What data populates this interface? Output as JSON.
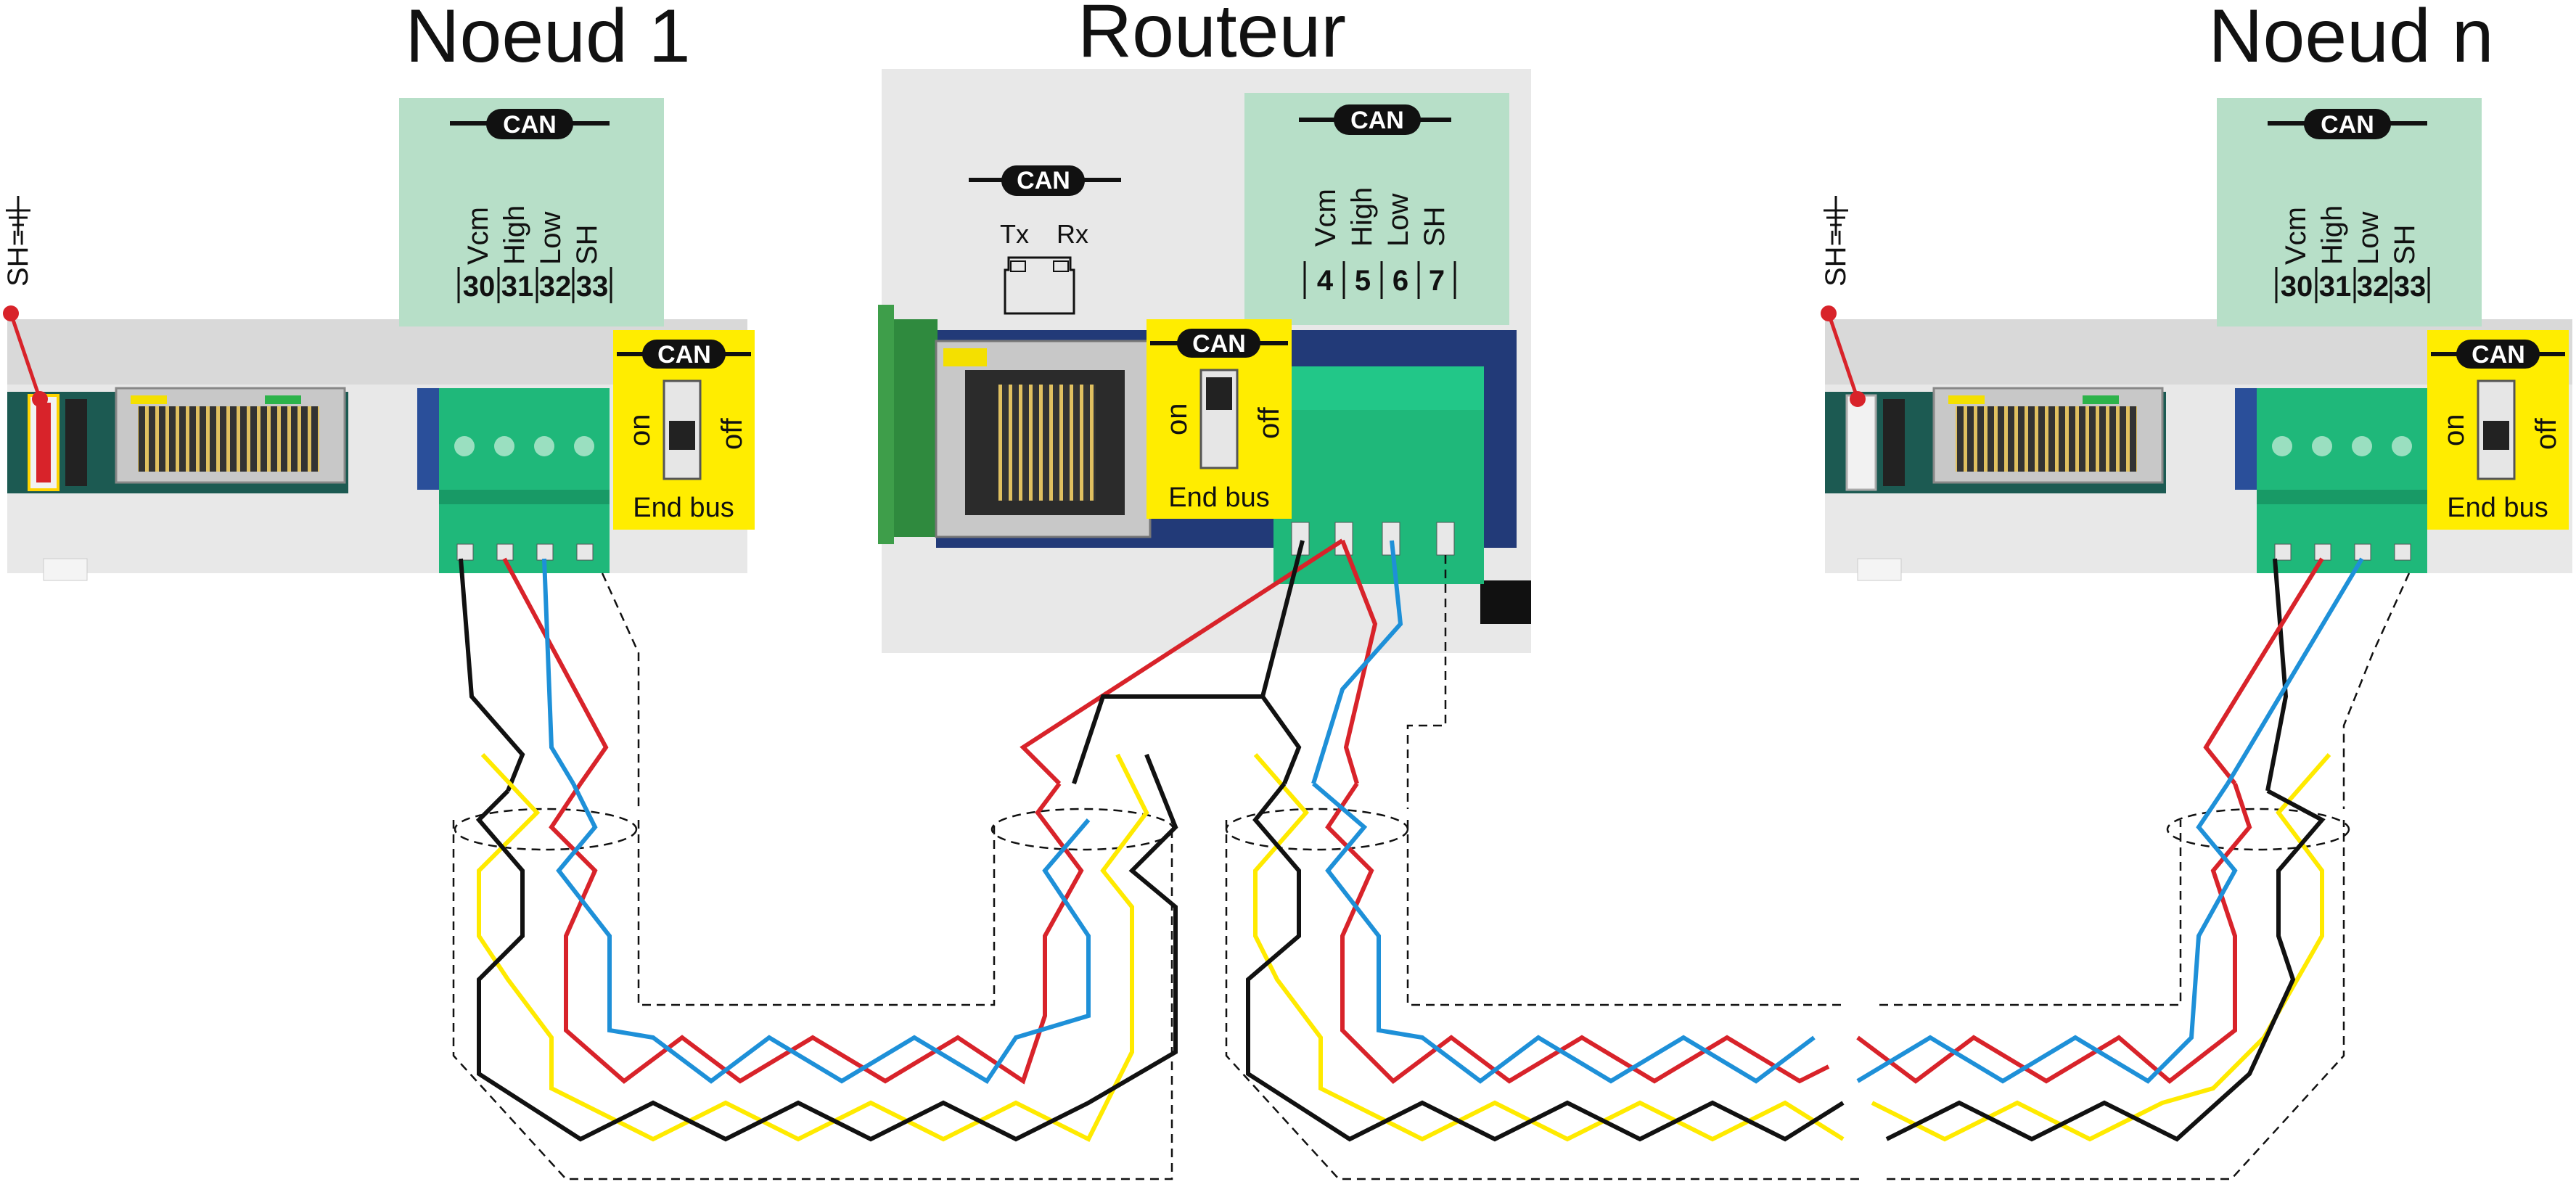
{
  "nodes": [
    {
      "title": "Noeud 1",
      "terminals": [
        "30",
        "31",
        "32",
        "33"
      ],
      "signals": [
        "Vcm",
        "High",
        "Low",
        "SH"
      ],
      "can_label": "CAN",
      "switch_can_label": "CAN",
      "switch_on": "on",
      "switch_off": "off",
      "switch_caption": "End bus",
      "shield_label": "SH="
    },
    {
      "title": "Routeur",
      "terminals": [
        "4",
        "5",
        "6",
        "7"
      ],
      "signals": [
        "Vcm",
        "High",
        "Low",
        "SH"
      ],
      "can_label": "CAN",
      "switch_can_label": "CAN",
      "switch_on": "on",
      "switch_off": "off",
      "switch_caption": "End bus",
      "port_can_label": "CAN",
      "tx_label": "Tx",
      "rx_label": "Rx"
    },
    {
      "title": "Noeud n",
      "terminals": [
        "30",
        "31",
        "32",
        "33"
      ],
      "signals": [
        "Vcm",
        "High",
        "Low",
        "SH"
      ],
      "can_label": "CAN",
      "switch_can_label": "CAN",
      "switch_on": "on",
      "switch_off": "off",
      "switch_caption": "End bus",
      "shield_label": "SH="
    }
  ],
  "colors": {
    "vcm_wire": "#111111",
    "high_wire": "#d8232a",
    "low_wire": "#1e90d8",
    "pair_yellow": "#ffea00",
    "panel_green": "#b7dfc8",
    "switch_yellow": "#ffed00",
    "terminal_green": "#1fb87a",
    "shield_red": "#d8232a"
  }
}
